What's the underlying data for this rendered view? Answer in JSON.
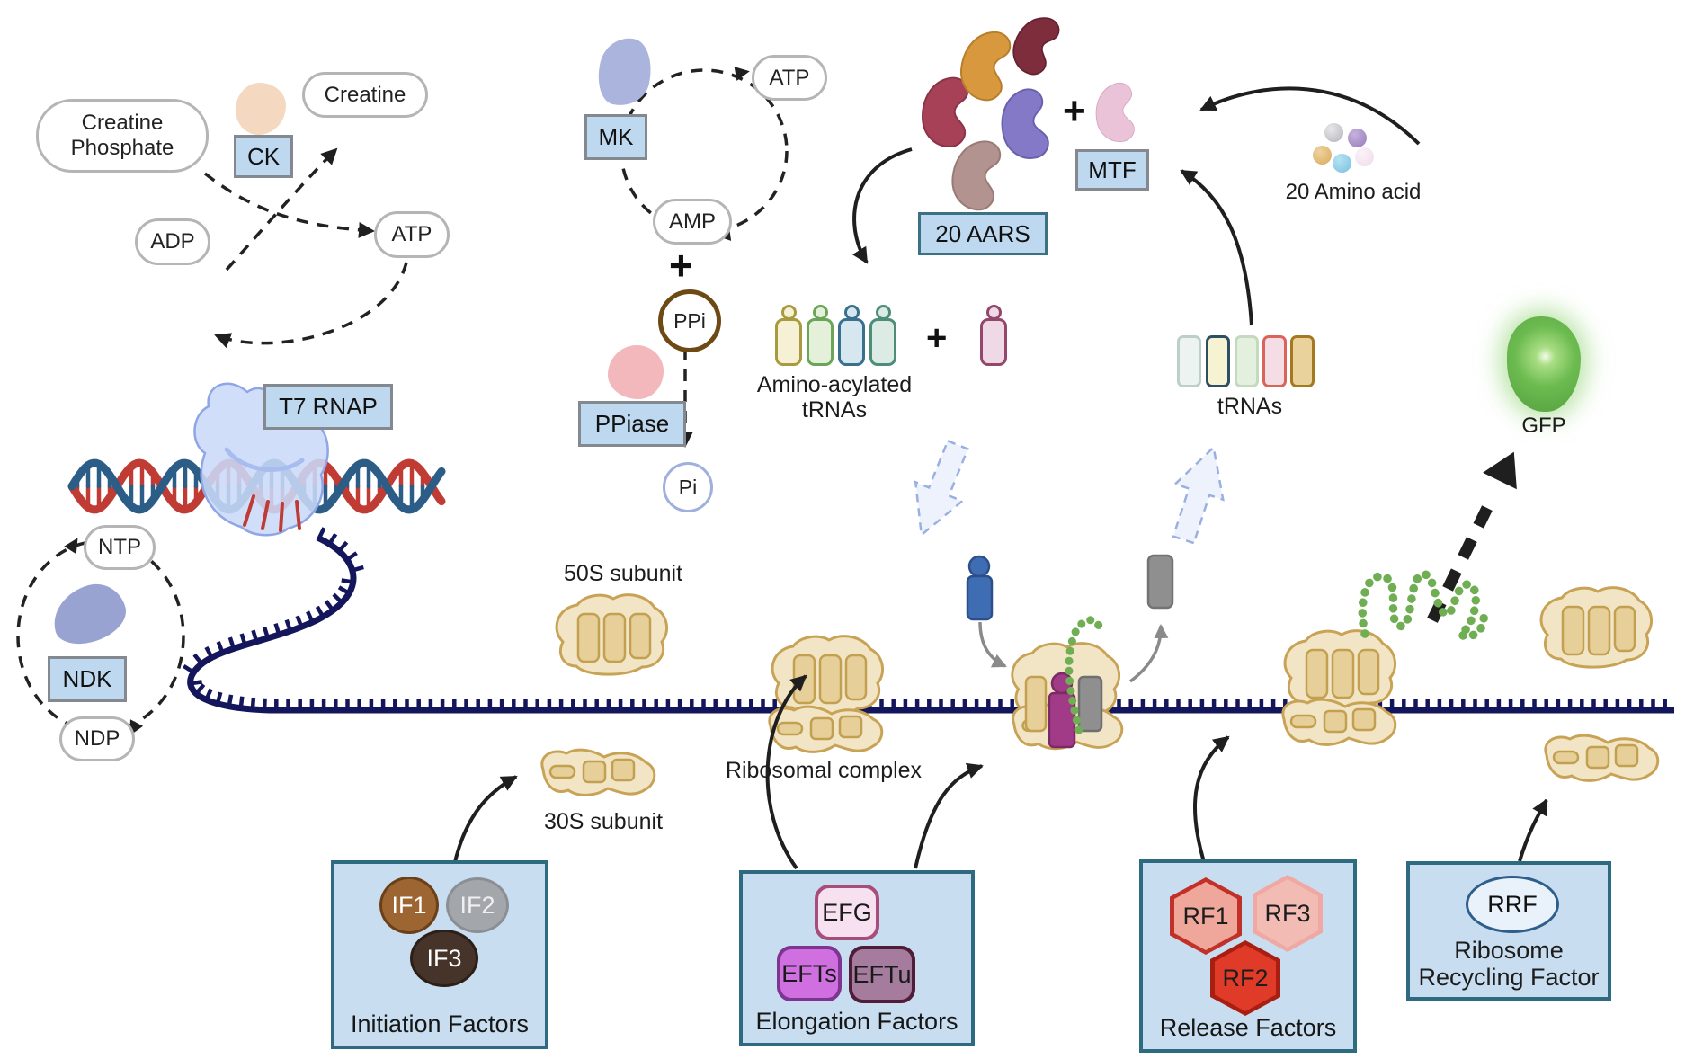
{
  "atp_regen": {
    "creatine_phosphate": "Creatine Phosphate",
    "creatine": "Creatine",
    "ck": "CK",
    "adp": "ADP",
    "atp": "ATP",
    "t7_rnap": "T7 RNAP",
    "ntp": "NTP",
    "ndk": "NDK",
    "ndp": "NDP"
  },
  "amp_recycle": {
    "mk": "MK",
    "atp": "ATP",
    "amp": "AMP",
    "plus": "+",
    "ppi": "PPi",
    "ppiase": "PPiase",
    "pi": "Pi"
  },
  "charging": {
    "aars_label": "20 AARS",
    "mtf": "MTF",
    "plus": "+",
    "amino_acids": "20 Amino acid",
    "aminoacylated_line1": "Amino-acylated",
    "aminoacylated_line2": "tRNAs",
    "trnas_label": "tRNAs"
  },
  "translation": {
    "subunit_50s": "50S subunit",
    "subunit_30s": "30S subunit",
    "ribosomal_complex": "Ribosomal complex",
    "gfp": "GFP"
  },
  "factors": {
    "initiation": {
      "title": "Initiation Factors",
      "if1": "IF1",
      "if2": "IF2",
      "if3": "IF3"
    },
    "elongation": {
      "title": "Elongation Factors",
      "efg": "EFG",
      "efts": "EFTs",
      "eftu": "EFTu"
    },
    "release": {
      "title": "Release Factors",
      "rf1": "RF1",
      "rf2": "RF2",
      "rf3": "RF3"
    },
    "recycling": {
      "badge": "RRF",
      "title_line1": "Ribosome",
      "title_line2": "Recycling Factor"
    }
  },
  "colors": {
    "enzyme_box_fill": "#bed8ef",
    "factor_box_border": "#2f6b80",
    "mrna_navy": "#14165c",
    "dna_red": "#bf3b33",
    "dna_blue": "#2c5d86",
    "ribosome_tan": "#f2e5c6",
    "ribosome_border": "#c9a355",
    "polypeptide_green": "#6fae53",
    "gfp_green": "#63b54a"
  }
}
